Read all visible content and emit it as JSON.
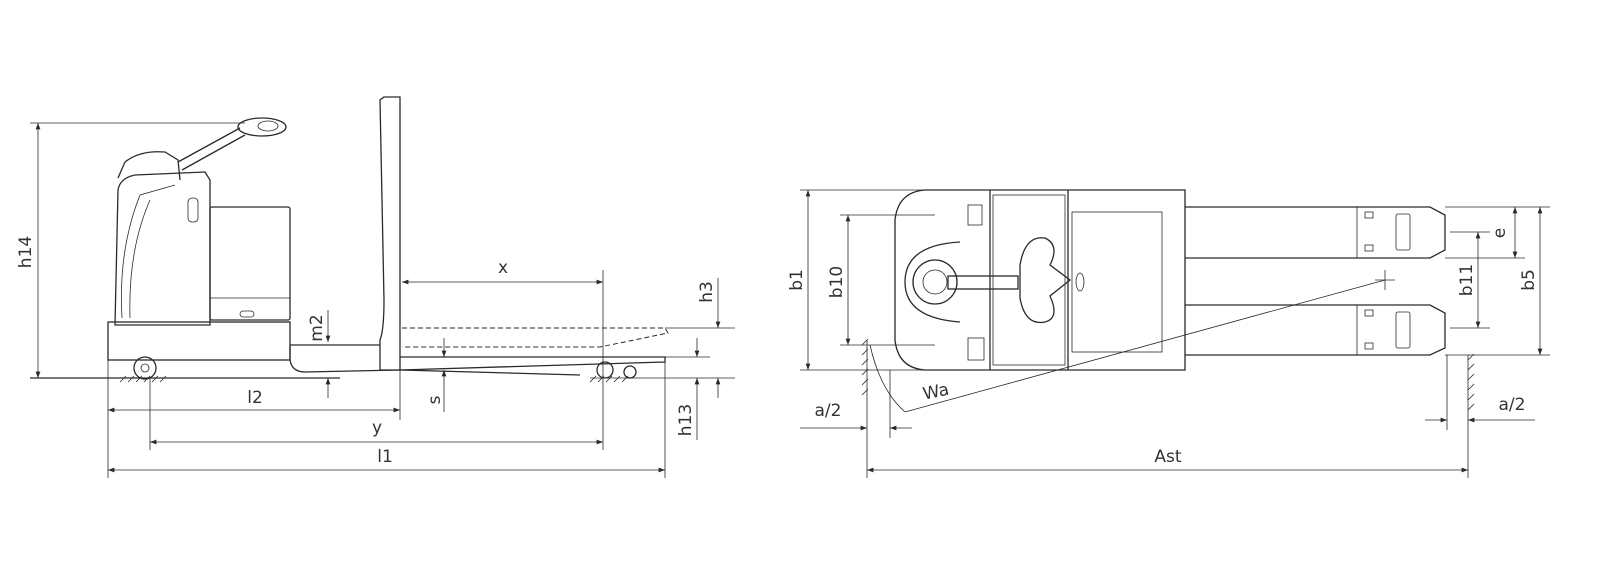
{
  "side_view": {
    "labels": {
      "h14": "h14",
      "h3": "h3",
      "m2": "m2",
      "s": "s",
      "h13": "h13",
      "x": "x",
      "l2": "l2",
      "y": "y",
      "l1": "l1"
    }
  },
  "top_view": {
    "labels": {
      "b1": "b1",
      "b10": "b10",
      "Wa": "Wa",
      "a2_left": "a/2",
      "a2_right": "a/2",
      "Ast": "Ast",
      "e": "e",
      "b11": "b11",
      "b5": "b5"
    }
  },
  "colors": {
    "line": "#2a2a2a",
    "background": "#ffffff"
  }
}
